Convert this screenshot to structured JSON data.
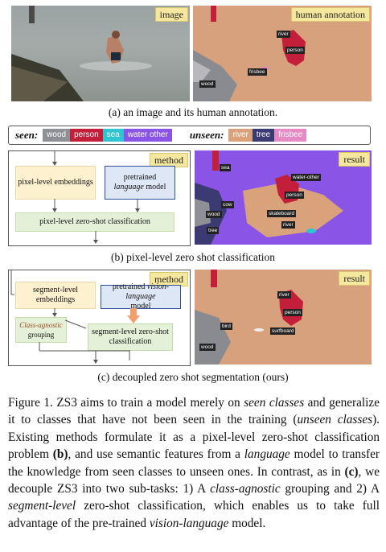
{
  "panel_a": {
    "tag_left": "image",
    "tag_right": "human annotation",
    "labels": {
      "river": "river",
      "person": "person",
      "frisbee": "frisbee",
      "wood": "wood"
    },
    "caption": "(a) an image and its human annotation."
  },
  "legend": {
    "seen_title": "seen:",
    "seen": [
      {
        "label": "wood",
        "color": "#8f8f96"
      },
      {
        "label": "person",
        "color": "#c41f3a"
      },
      {
        "label": "sea",
        "color": "#2ec4d0"
      },
      {
        "label": "water other",
        "color": "#8a55e6"
      }
    ],
    "unseen_title": "unseen:",
    "unseen": [
      {
        "label": "river",
        "color": "#d9a27a"
      },
      {
        "label": "tree",
        "color": "#3b3a72"
      },
      {
        "label": "frisbee",
        "color": "#e58ac4"
      }
    ]
  },
  "panel_b": {
    "tag_method": "method",
    "tag_result": "result",
    "pixel_embed": "pixel-level embeddings",
    "pretrained_1": "pretrained",
    "language_model_italic": "language",
    "language_model_rest": " model",
    "pixel_cls": "pixel-level zero-shot classification",
    "labels": {
      "sea": "sea",
      "water_other": "water-other",
      "cow": "cow",
      "wood": "wood",
      "person": "person",
      "skateboard": "skateboard",
      "tree": "tree",
      "river": "river"
    },
    "caption": "(b) pixel-level zero shot classification"
  },
  "panel_c": {
    "tag_method": "method",
    "tag_result": "result",
    "segment_embed": "segment-level embeddings",
    "pretrained_1": "pretrained",
    "vision_italic": "vision-language",
    "model_rest": "model",
    "grouping_italic": "Class-agnostic",
    "grouping_rest": "grouping",
    "segment_cls": "segment-level zero-shot classification",
    "labels": {
      "river": "river",
      "person": "person",
      "surfboard": "surfboard",
      "wood": "wood",
      "bird": "bird"
    },
    "caption": "(c) decoupled zero shot segmentation (ours)"
  },
  "figure_text": {
    "p1": "Figure 1. ZS3 aims to train a model merely on ",
    "p2": "seen classes",
    "p3": " and generalize it to classes that have not been seen in the training (",
    "p4": "unseen classes",
    "p5": "). Existing methods formulate it as a pixel-level zero-shot classification problem ",
    "p6": "(b)",
    "p7": ", and use semantic features from a ",
    "p8": "language",
    "p9": " model to transfer the knowledge from seen classes to unseen ones.  In contrast, as in ",
    "p10": "(c)",
    "p11": ", we decouple ZS3 into two sub-tasks: 1) A ",
    "p12": "class-agnostic",
    "p13": " grouping and 2) A ",
    "p14": "segment-level",
    "p15": " zero-shot classification, which enables us to take full advantage of the pre-trained ",
    "p16": "vision-language",
    "p17": " model."
  }
}
